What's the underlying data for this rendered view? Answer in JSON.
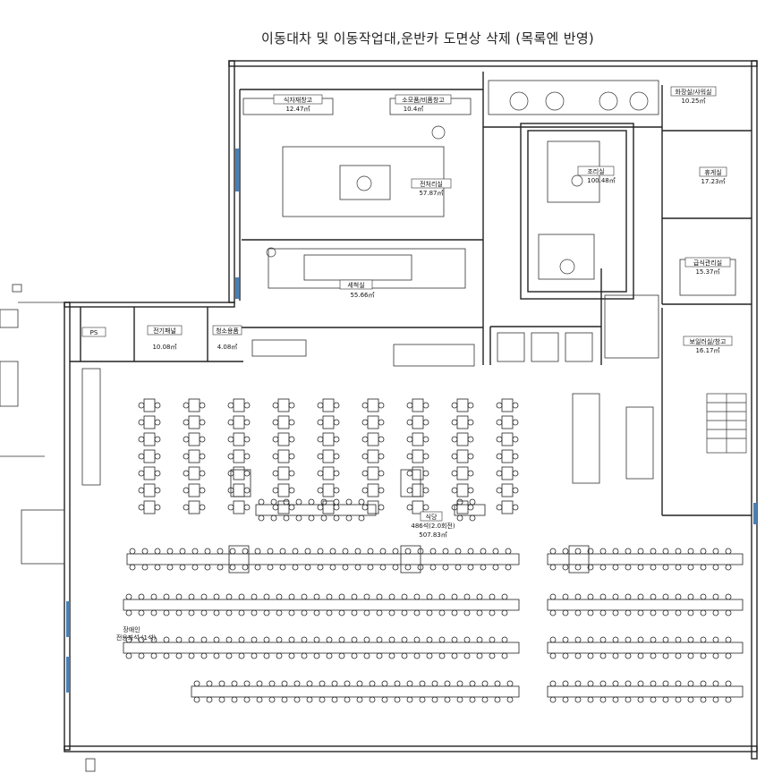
{
  "page": {
    "title": "이동대차 및 이동작업대,운반카 도면상 삭제 (목록엔 반영)"
  },
  "rooms": {
    "food_storage": {
      "name": "식자재창고",
      "area": "12.47㎡"
    },
    "consumable_storage": {
      "name": "소모품/비품창고",
      "area": "10.4㎡"
    },
    "preprocessing": {
      "name": "전처리실",
      "area": "57.87㎡"
    },
    "cooking": {
      "name": "조리실",
      "area": "100.48㎡"
    },
    "washing": {
      "name": "세척실",
      "area": "55.66㎡"
    },
    "changing_shower": {
      "name": "화장실/샤워실",
      "area": "10.25㎡"
    },
    "rest_room": {
      "name": "휴게실",
      "area": "17.23㎡"
    },
    "meal_office": {
      "name": "급식관리실",
      "area": "15.37㎡"
    },
    "boiler_storage": {
      "name": "보일러실/창고",
      "area": "16.17㎡"
    },
    "electrical": {
      "name": "전기패널",
      "area": "10.08㎡"
    },
    "cleaning": {
      "name": "청소용품",
      "area": "4.08㎡"
    },
    "ps": {
      "name": "PS"
    },
    "dining": {
      "name": "식당",
      "seats": "486석(2.0회전)",
      "area": "507.83㎡"
    },
    "accessible_seat": {
      "line1": "장애인",
      "line2": "전용좌석 (1석)"
    }
  }
}
